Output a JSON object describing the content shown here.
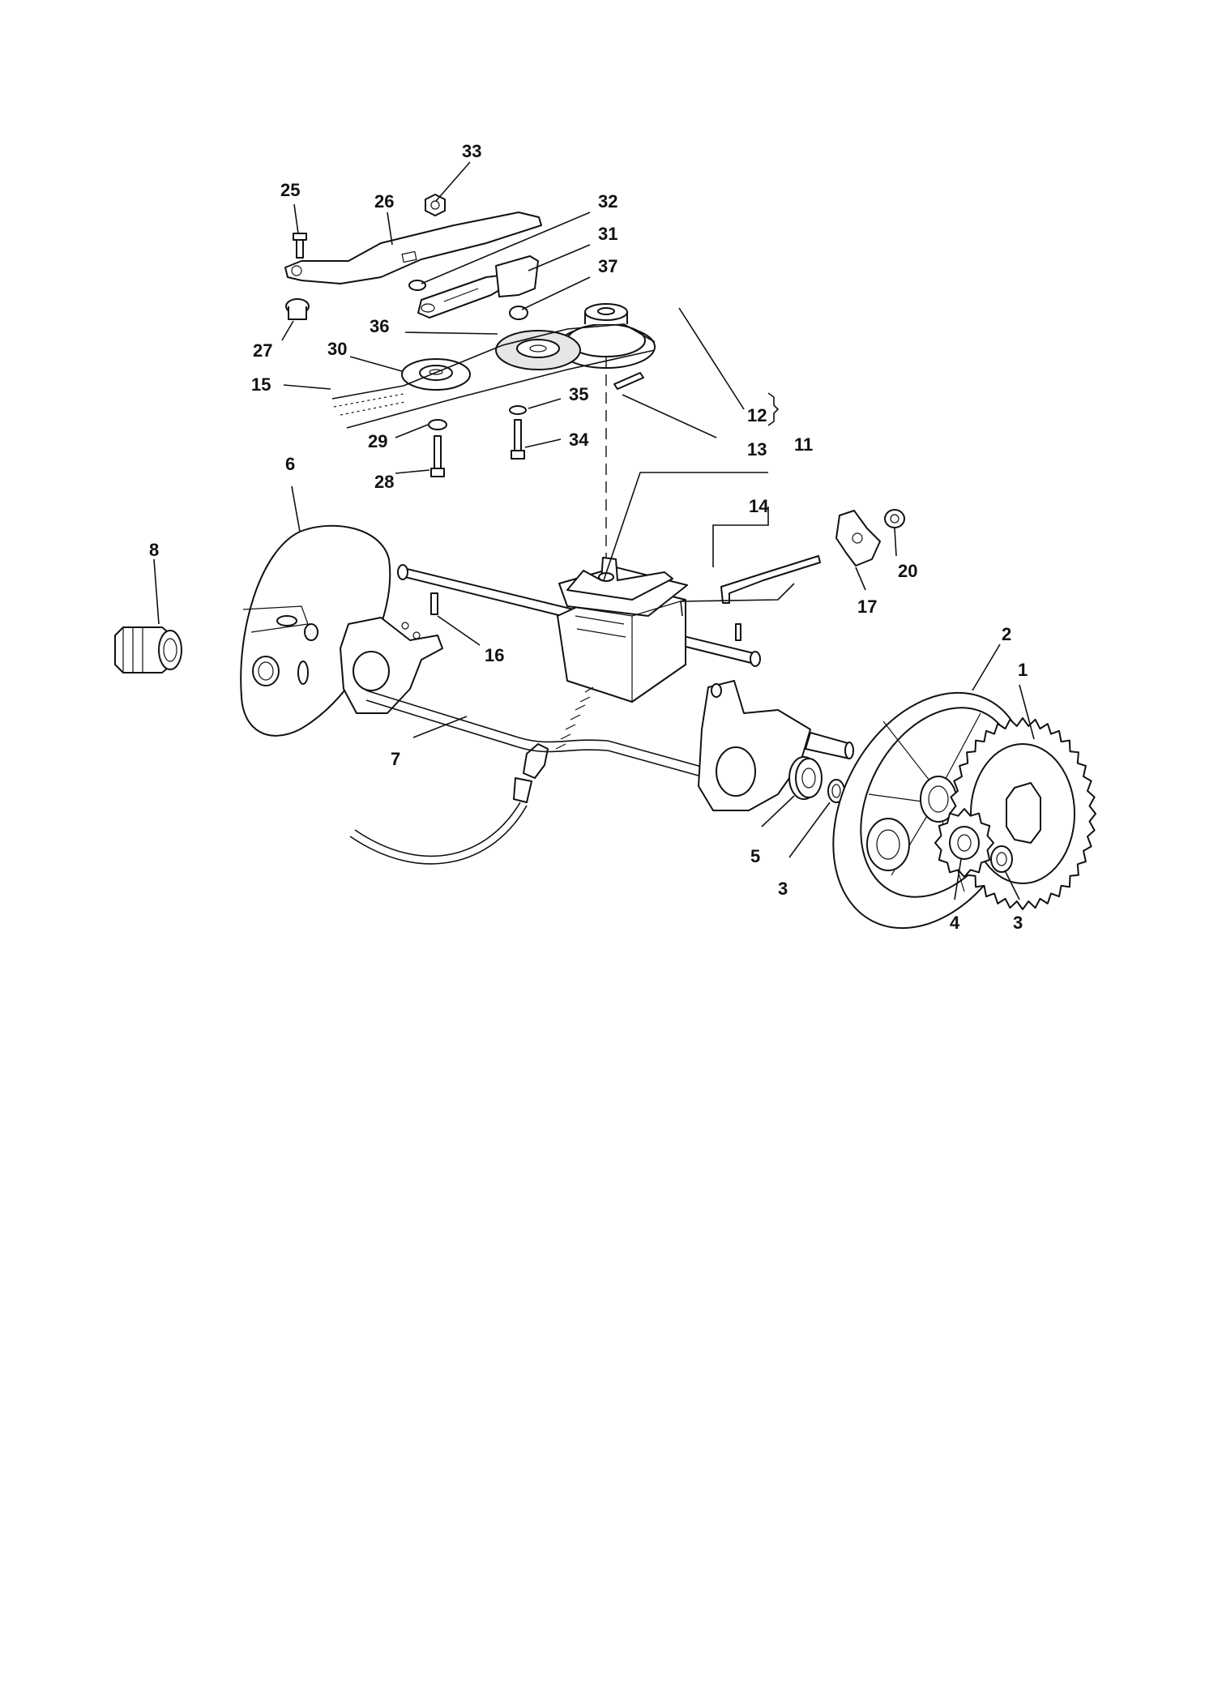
{
  "callouts": {
    "c33": "33",
    "c25": "25",
    "c26": "26",
    "c32": "32",
    "c31": "31",
    "c37": "37",
    "c27": "27",
    "c36": "36",
    "c30": "30",
    "c15": "15",
    "c35": "35",
    "c12": "12",
    "c29": "29",
    "c34": "34",
    "c13": "13",
    "c11": "11",
    "c28": "28",
    "c6": "6",
    "c14": "14",
    "c8": "8",
    "c20": "20",
    "c17": "17",
    "c16": "16",
    "c2": "2",
    "c1": "1",
    "c7": "7",
    "c5": "5",
    "c3a": "3",
    "c4": "4",
    "c3b": "3"
  }
}
